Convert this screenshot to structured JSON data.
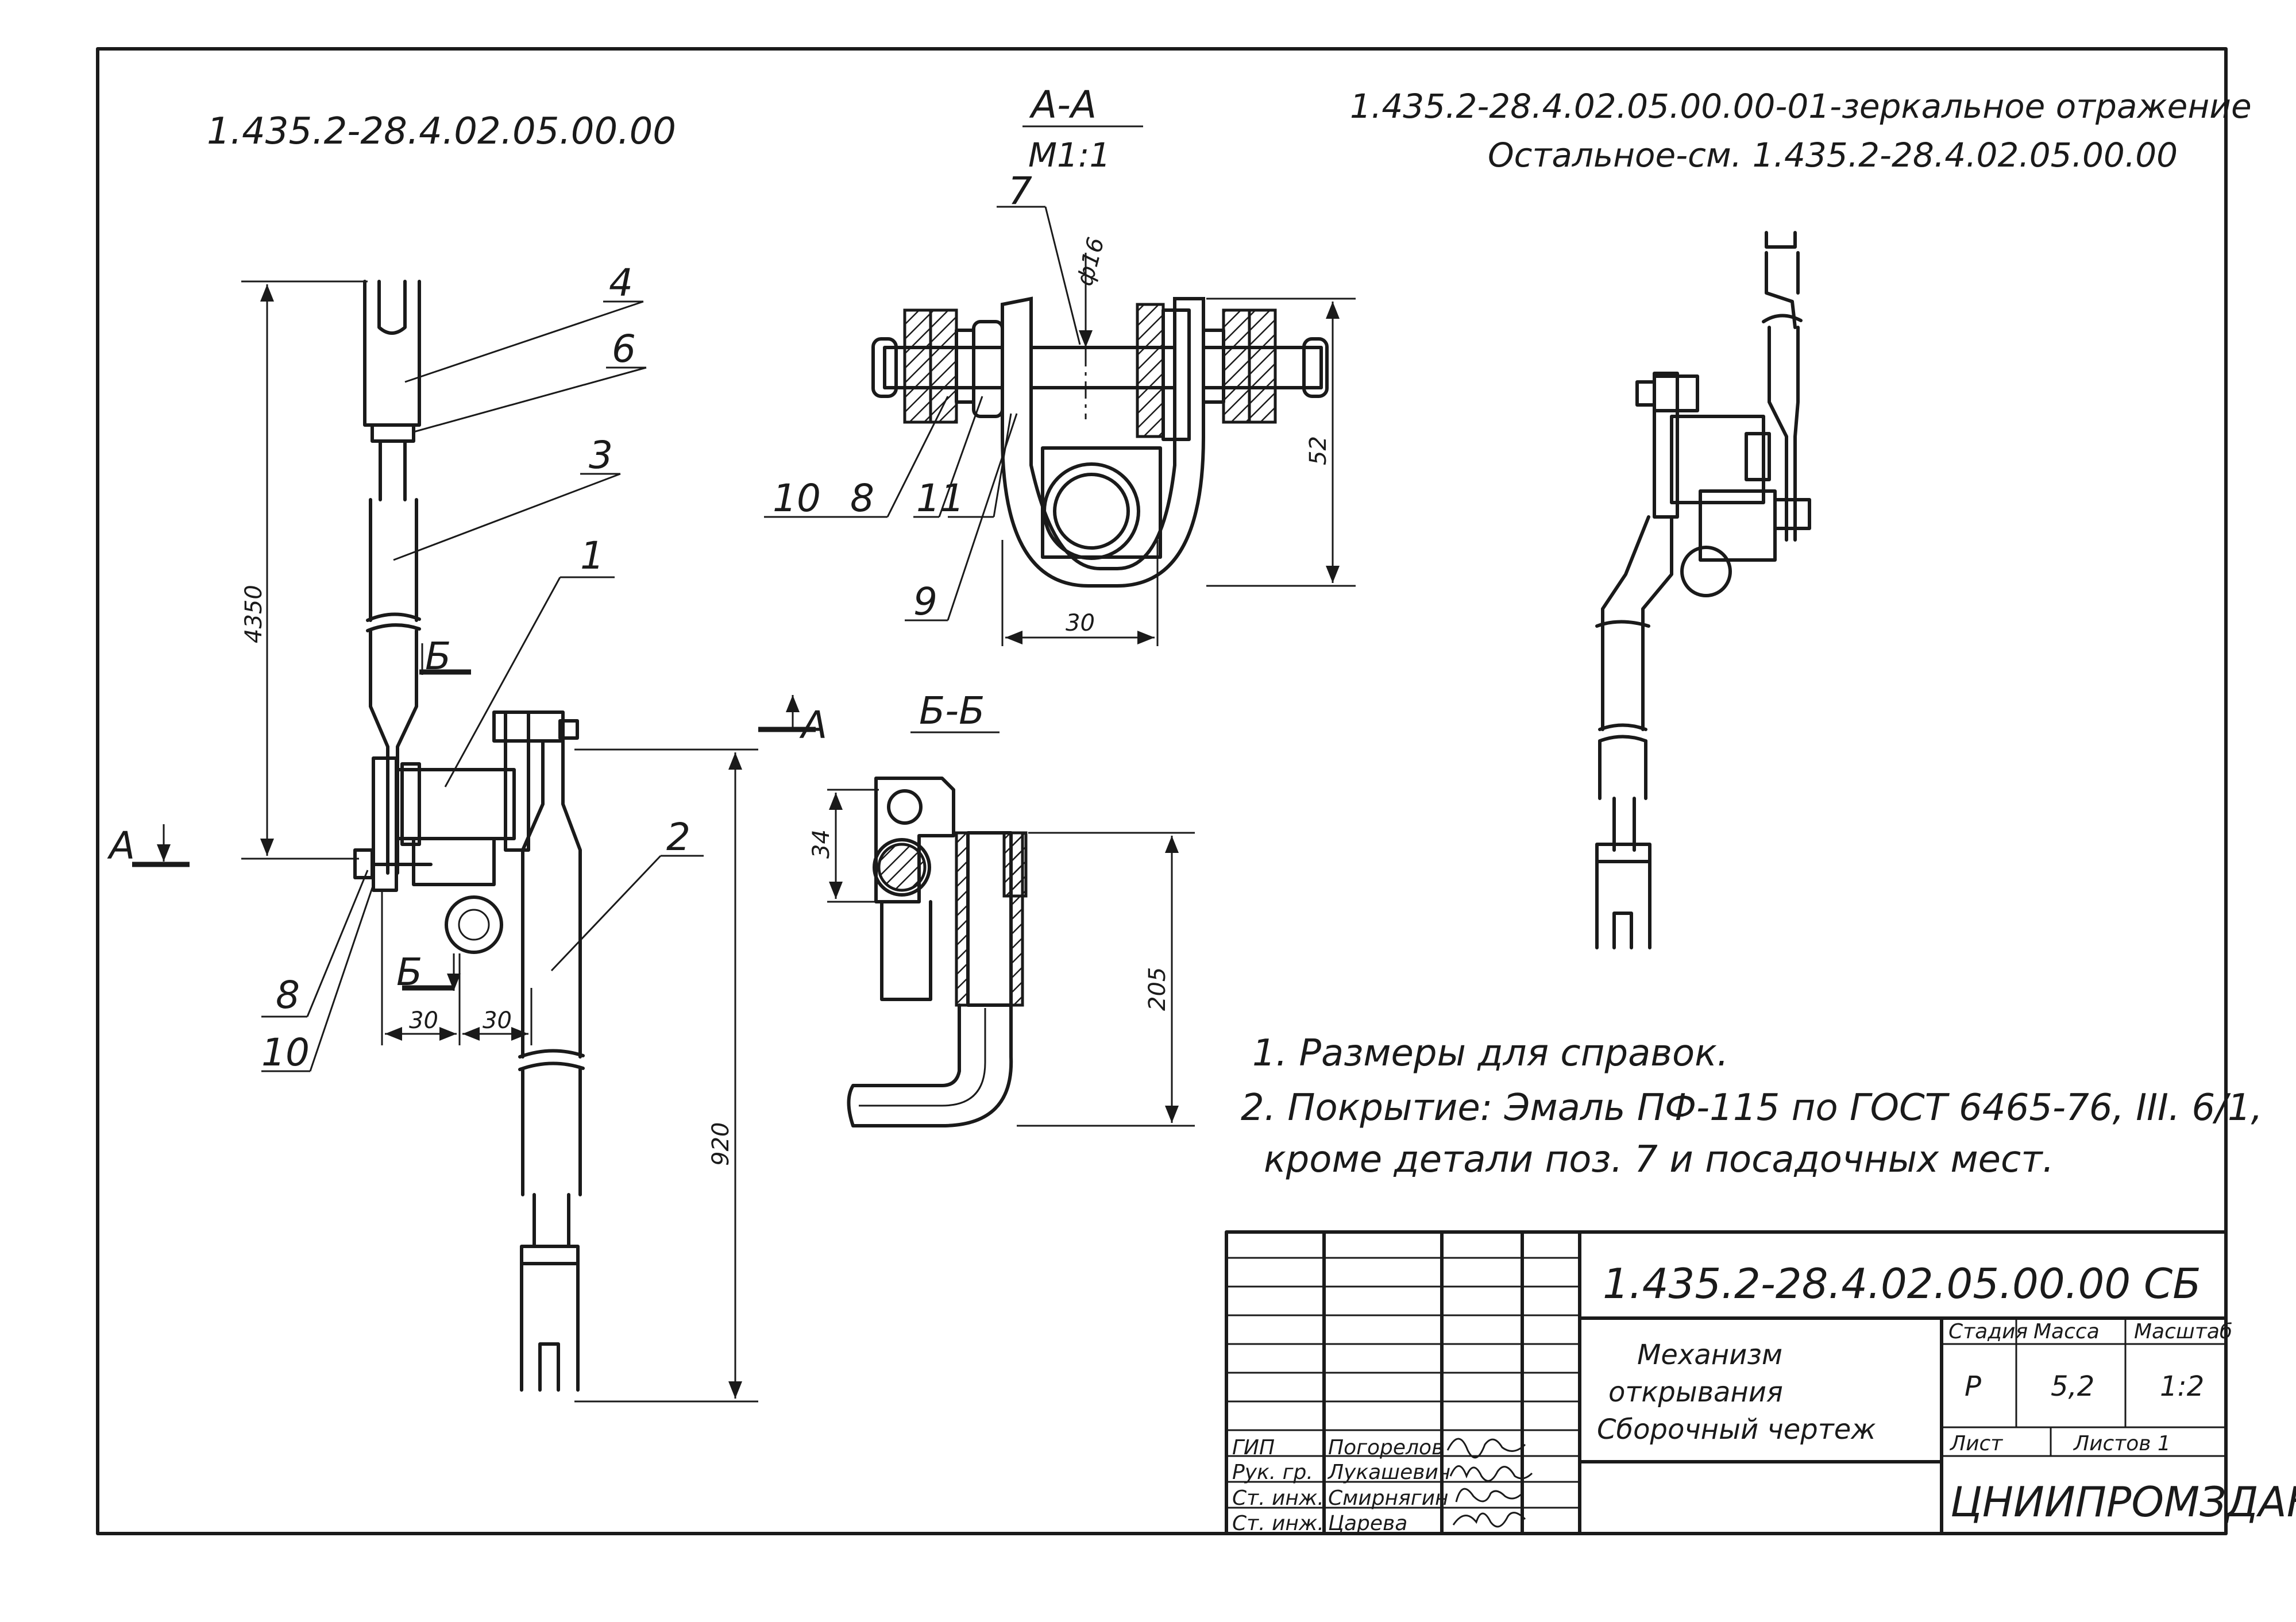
{
  "sheet": {
    "main_code": "1.435.2-28.4.02.05.00.00",
    "mirror_note_line1": "1.435.2-28.4.02.05.00.00-01-зеркальное отражение",
    "mirror_note_line2": "Остальное-см. 1.435.2-28.4.02.05.00.00"
  },
  "views": {
    "section_aa_title": "А-А",
    "section_aa_scale": "М1:1",
    "section_bb_title": "Б-Б",
    "arrow_a_label": "А",
    "arrow_b_label": "Б"
  },
  "positions": {
    "p1": "1",
    "p2": "2",
    "p3": "3",
    "p4": "4",
    "p6": "6",
    "p7": "7",
    "p8": "8",
    "p9": "9",
    "p10": "10",
    "p11": "11"
  },
  "dimensions": {
    "d4350": "4350",
    "d920": "920",
    "d30a": "30",
    "d30b": "30",
    "d30c": "30",
    "d52": "52",
    "d16": "ф16",
    "d34": "34",
    "d205": "205"
  },
  "notes": {
    "n1": "1. Размеры для справок.",
    "n2_line1": "2. Покрытие: Эмаль ПФ-115 по ГОСТ 6465-76, III. 6/1,",
    "n2_line2": "кроме детали поз. 7 и посадочных мест."
  },
  "title_block": {
    "doc_code": "1.435.2-28.4.02.05.00.00 СБ",
    "name_line1": "Механизм",
    "name_line2": "открывания",
    "name_line3": "Сборочный чертеж",
    "stage_label": "Стадия",
    "mass_label": "Масса",
    "scale_label": "Масштаб",
    "stage_value": "Р",
    "mass_value": "5,2",
    "scale_value": "1:2",
    "sheet_label": "Лист",
    "sheets_label": "Листов 1",
    "org": "ЦНИИПРОМЗДАНИЙ",
    "roles": [
      "ГИП",
      "Рук. гр.",
      "Ст. инж.",
      "Ст. инж."
    ],
    "names": [
      "Погорелов",
      "Лукашевич",
      "Смирнягин",
      "Царева"
    ]
  }
}
